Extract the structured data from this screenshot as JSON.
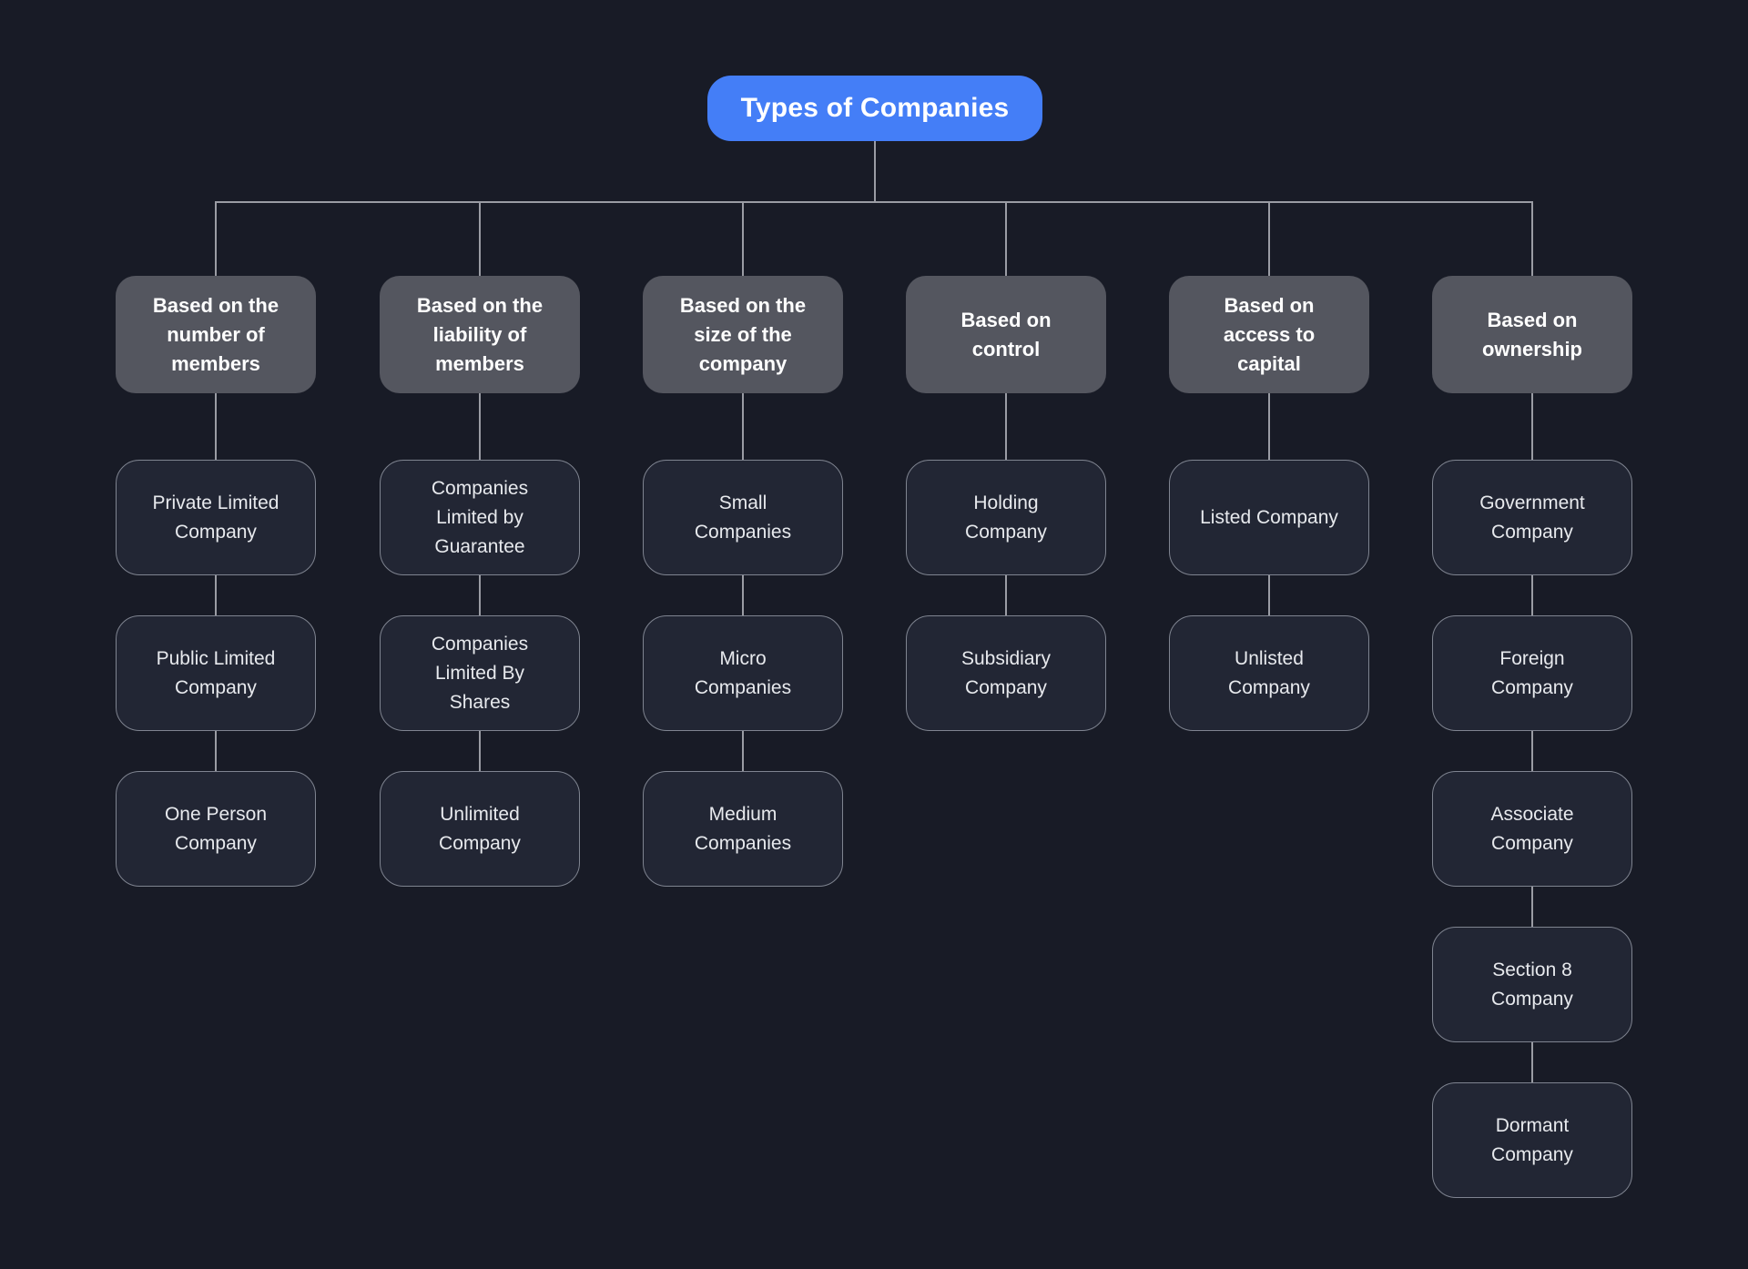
{
  "diagram": {
    "title": "Types of Companies",
    "colors": {
      "background": "#181b26",
      "root_fill": "#447ef7",
      "category_fill": "#54565f",
      "child_fill": "#222634",
      "child_border": "#7f8490",
      "connector": "#9a9ca4",
      "root_text": "#ffffff",
      "category_text": "#ffffff",
      "child_text": "#e7e9ed"
    }
  },
  "tree": {
    "root": "Types of Companies",
    "columns": [
      {
        "label": "Based on the\nnumber of\nmembers",
        "children": [
          "Private Limited\nCompany",
          "Public Limited\nCompany",
          "One Person\nCompany"
        ]
      },
      {
        "label": "Based on the\nliability of\nmembers",
        "children": [
          "Companies\nLimited by\nGuarantee",
          "Companies\nLimited By\nShares",
          "Unlimited\nCompany"
        ]
      },
      {
        "label": "Based on the\nsize of the\ncompany",
        "children": [
          "Small\nCompanies",
          "Micro\nCompanies",
          "Medium\nCompanies"
        ]
      },
      {
        "label": "Based on\ncontrol",
        "children": [
          "Holding\nCompany",
          "Subsidiary\nCompany"
        ]
      },
      {
        "label": "Based on\naccess to\ncapital",
        "children": [
          "Listed Company",
          "Unlisted\nCompany"
        ]
      },
      {
        "label": "Based on\nownership",
        "children": [
          "Government\nCompany",
          "Foreign\nCompany",
          "Associate\nCompany",
          "Section 8\nCompany",
          "Dormant\nCompany"
        ]
      }
    ]
  }
}
